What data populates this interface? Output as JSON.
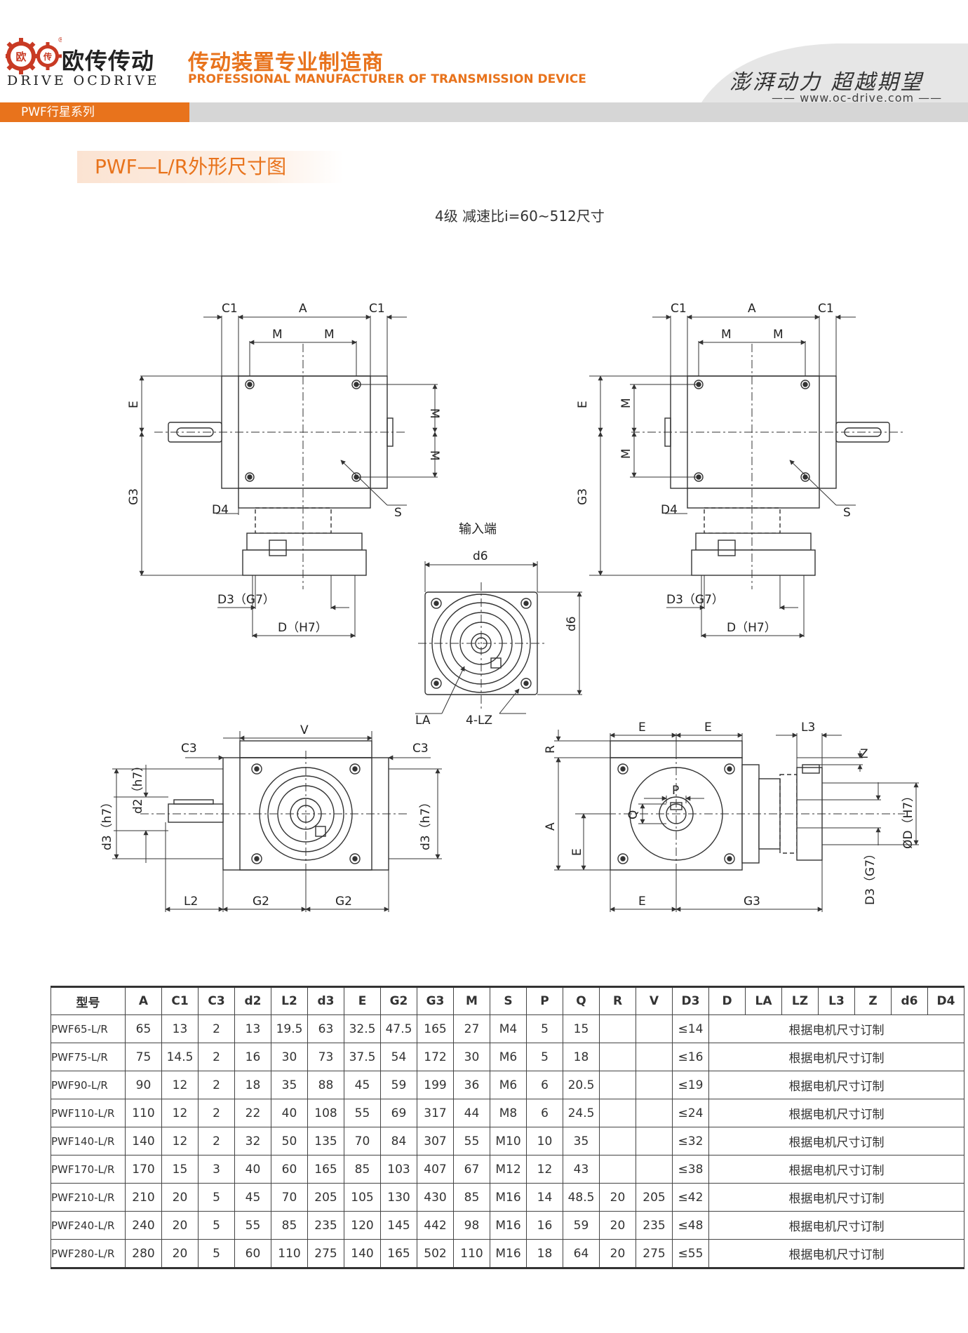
{
  "header": {
    "brand_cn": "欧传传动",
    "brand_en": "DRIVE OCDRIVE",
    "gear1_char": "欧",
    "gear2_char": "传",
    "registered": "®",
    "tagline_cn": "传动装置专业制造商",
    "tagline_en": "PROFESSIONAL MANUFACTURER OF TRANSMISSION DEVICE",
    "slogan": "澎湃动力 超越期望",
    "url": "www.oc-drive.com",
    "series_tab": "PWF行星系列",
    "accent_color": "#e8731c"
  },
  "section_title": "PWF—L/R外形尺寸图",
  "subtitle": "4级  减速比i=60~512尺寸",
  "drawing": {
    "input_end_label": "输入端",
    "labels": {
      "C1": "C1",
      "A": "A",
      "M": "M",
      "E": "E",
      "G3": "G3",
      "D4": "D4",
      "S": "S",
      "D3G7": "D3（G7）",
      "DH7": "D（H7）",
      "d6": "d6",
      "LA": "LA",
      "LZ4": "4-LZ",
      "V": "V",
      "C3": "C3",
      "d2h7": "d2（h7）",
      "d3h7": "d3（h7）",
      "L2": "L2",
      "G2": "G2",
      "R": "R",
      "P": "P",
      "Q": "Q",
      "L3": "L3",
      "Z": "Z",
      "ODH7": "ØD（H7）",
      "D3G7v": "D3（G7）"
    }
  },
  "table": {
    "headers": [
      "型号",
      "A",
      "C1",
      "C3",
      "d2",
      "L2",
      "d3",
      "E",
      "G2",
      "G3",
      "M",
      "S",
      "P",
      "Q",
      "R",
      "V",
      "D3",
      "D",
      "LA",
      "LZ",
      "L3",
      "Z",
      "d6",
      "D4"
    ],
    "note": "根据电机尺寸订制",
    "rows": [
      [
        "PWF65-L/R",
        "65",
        "13",
        "2",
        "13",
        "19.5",
        "63",
        "32.5",
        "47.5",
        "165",
        "27",
        "M4",
        "5",
        "15",
        "",
        "",
        "≤14"
      ],
      [
        "PWF75-L/R",
        "75",
        "14.5",
        "2",
        "16",
        "30",
        "73",
        "37.5",
        "54",
        "172",
        "30",
        "M6",
        "5",
        "18",
        "",
        "",
        "≤16"
      ],
      [
        "PWF90-L/R",
        "90",
        "12",
        "2",
        "18",
        "35",
        "88",
        "45",
        "59",
        "199",
        "36",
        "M6",
        "6",
        "20.5",
        "",
        "",
        "≤19"
      ],
      [
        "PWF110-L/R",
        "110",
        "12",
        "2",
        "22",
        "40",
        "108",
        "55",
        "69",
        "317",
        "44",
        "M8",
        "6",
        "24.5",
        "",
        "",
        "≤24"
      ],
      [
        "PWF140-L/R",
        "140",
        "12",
        "2",
        "32",
        "50",
        "135",
        "70",
        "84",
        "307",
        "55",
        "M10",
        "10",
        "35",
        "",
        "",
        "≤32"
      ],
      [
        "PWF170-L/R",
        "170",
        "15",
        "3",
        "40",
        "60",
        "165",
        "85",
        "103",
        "407",
        "67",
        "M12",
        "12",
        "43",
        "",
        "",
        "≤38"
      ],
      [
        "PWF210-L/R",
        "210",
        "20",
        "5",
        "45",
        "70",
        "205",
        "105",
        "130",
        "430",
        "85",
        "M16",
        "14",
        "48.5",
        "20",
        "205",
        "≤42"
      ],
      [
        "PWF240-L/R",
        "240",
        "20",
        "5",
        "55",
        "85",
        "235",
        "120",
        "145",
        "442",
        "98",
        "M16",
        "16",
        "59",
        "20",
        "235",
        "≤48"
      ],
      [
        "PWF280-L/R",
        "280",
        "20",
        "5",
        "60",
        "110",
        "275",
        "140",
        "165",
        "502",
        "110",
        "M16",
        "18",
        "64",
        "20",
        "275",
        "≤55"
      ]
    ]
  }
}
